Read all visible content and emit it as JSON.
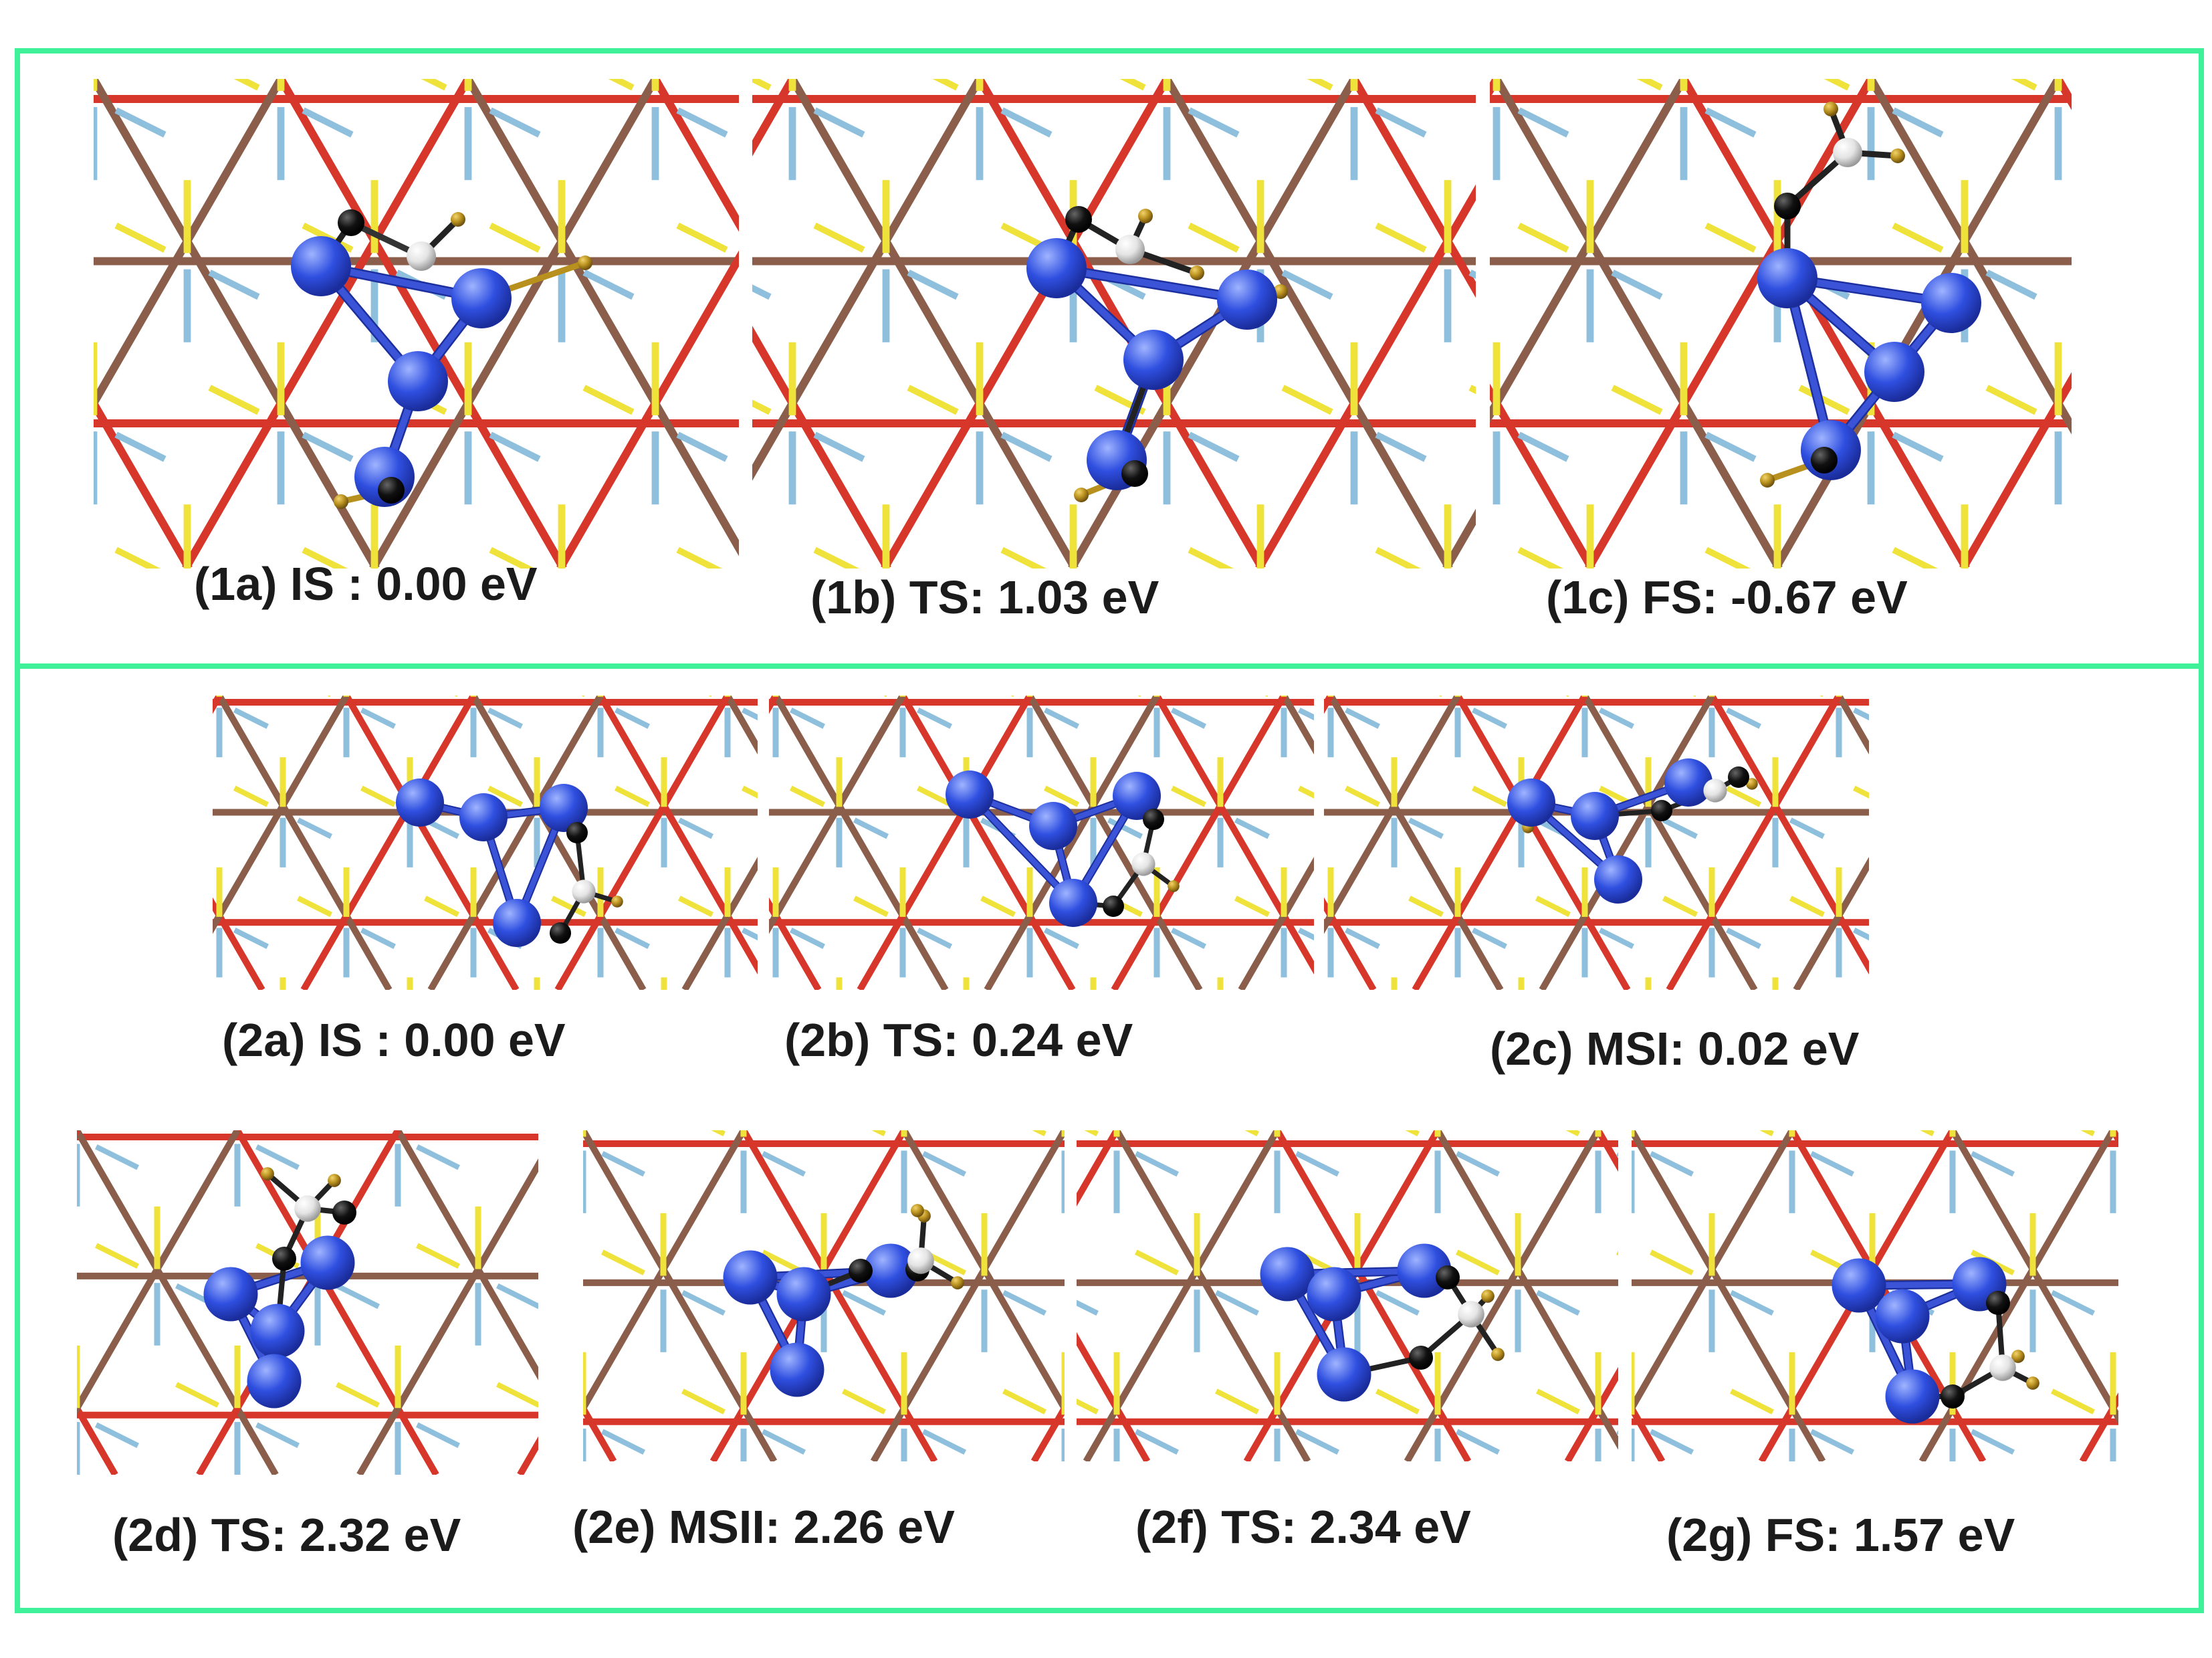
{
  "colors": {
    "frame": "#3ff29a",
    "bond_red": "#d6372a",
    "bond_brown": "#8a5e4a",
    "bond_yellow": "#efe23a",
    "bond_blue": "#8ebfdc",
    "atom_blue": "#2f4fe0",
    "atom_black": "#111111",
    "atom_white": "#e4e4e4",
    "atom_gold": "#b8901e",
    "cluster_bond": "#3b53d6"
  },
  "panels": [
    {
      "id": "1a",
      "caption": "(1a) IS : 0.00 eV"
    },
    {
      "id": "1b",
      "caption": "(1b) TS: 1.03 eV"
    },
    {
      "id": "1c",
      "caption": "(1c) FS: -0.67 eV"
    },
    {
      "id": "2a",
      "caption": "(2a) IS : 0.00 eV"
    },
    {
      "id": "2b",
      "caption": "(2b) TS: 0.24 eV"
    },
    {
      "id": "2c",
      "caption": "(2c) MSI: 0.02 eV"
    },
    {
      "id": "2d",
      "caption": "(2d) TS: 2.32 eV"
    },
    {
      "id": "2e",
      "caption": "(2e) MSII: 2.26 eV"
    },
    {
      "id": "2f",
      "caption": "(2f) TS: 2.34 eV"
    },
    {
      "id": "2g",
      "caption": "(2g) FS: 1.57 eV"
    }
  ]
}
